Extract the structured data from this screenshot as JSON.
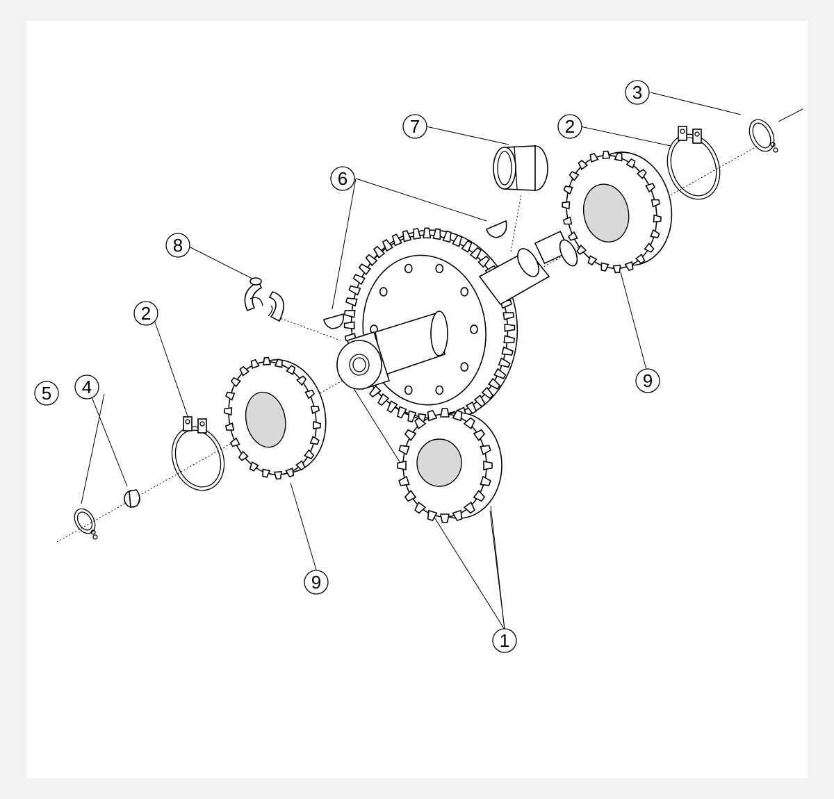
{
  "callouts": [
    {
      "id": "c1",
      "label": "1"
    },
    {
      "id": "c2a",
      "label": "2"
    },
    {
      "id": "c2b",
      "label": "2"
    },
    {
      "id": "c3",
      "label": "3"
    },
    {
      "id": "c4",
      "label": "4"
    },
    {
      "id": "c5",
      "label": "5"
    },
    {
      "id": "c6",
      "label": "6"
    },
    {
      "id": "c7",
      "label": "7"
    },
    {
      "id": "c8",
      "label": "8"
    },
    {
      "id": "c9a",
      "label": "9"
    },
    {
      "id": "c9b",
      "label": "9"
    }
  ]
}
